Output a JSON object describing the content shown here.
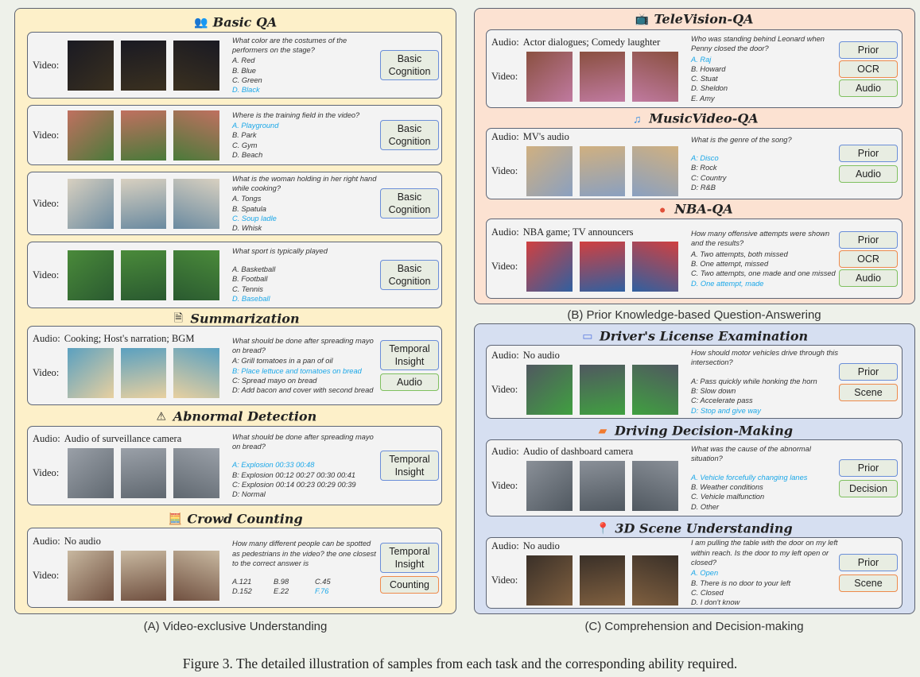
{
  "labels": {
    "audio": "Audio:",
    "video": "Video:"
  },
  "colors": {
    "correct": "#1aa7e8",
    "prior_blue": "#6a8ed8",
    "ocr_orange": "#ee8a4c",
    "audio_green": "#7fc05f"
  },
  "figure_caption": "Figure 3. The detailed illustration of samples from each task and the corresponding ability required.",
  "panels": [
    {
      "caption": "(A) Video-exclusive Understanding",
      "sections": [
        {
          "title": "Basic QA",
          "icon": "people-speech-icon",
          "cards": [
            {
              "question": "What color are the costumes of the performers on the stage?",
              "options": [
                {
                  "text": "A. Red"
                },
                {
                  "text": "B. Blue"
                },
                {
                  "text": "C. Green"
                },
                {
                  "text": "D. Black",
                  "correct": true
                }
              ],
              "abilities": [
                {
                  "label": "Basic Cognition",
                  "type": "blue"
                }
              ]
            },
            {
              "question": "Where is the training field in the video?",
              "options": [
                {
                  "text": "A. Playground",
                  "correct": true
                },
                {
                  "text": "B. Park"
                },
                {
                  "text": "C. Gym"
                },
                {
                  "text": "D. Beach"
                }
              ],
              "abilities": [
                {
                  "label": "Basic Cognition",
                  "type": "blue"
                }
              ]
            },
            {
              "question": "What is the woman holding in her right hand while cooking?",
              "options": [
                {
                  "text": "A. Tongs"
                },
                {
                  "text": "B. Spatula"
                },
                {
                  "text": "C. Soup ladle",
                  "correct": true
                },
                {
                  "text": "D. Whisk"
                }
              ],
              "abilities": [
                {
                  "label": "Basic Cognition",
                  "type": "blue"
                }
              ]
            },
            {
              "question": "What sport is typically played",
              "gap": true,
              "options": [
                {
                  "text": "A. Basketball"
                },
                {
                  "text": "B. Football"
                },
                {
                  "text": "C. Tennis"
                },
                {
                  "text": "D. Baseball",
                  "correct": true
                }
              ],
              "abilities": [
                {
                  "label": "Basic Cognition",
                  "type": "blue"
                }
              ]
            }
          ]
        },
        {
          "title": "Summarization",
          "icon": "document-search-icon",
          "cards": [
            {
              "audio": "Cooking; Host's narration; BGM",
              "question": "What should be done after spreading mayo on bread?",
              "options": [
                {
                  "text": "A: Grill tomatoes in a pan of oil"
                },
                {
                  "text": "B: Place lettuce and tomatoes on bread",
                  "correct": true
                },
                {
                  "text": "C: Spread mayo on bread"
                },
                {
                  "text": "D: Add bacon and cover with second bread"
                }
              ],
              "abilities": [
                {
                  "label": "Temporal Insight",
                  "type": "blue"
                },
                {
                  "label": "Audio",
                  "type": "green"
                }
              ]
            }
          ]
        },
        {
          "title": "Abnormal Detection",
          "icon": "warning-monitor-icon",
          "cards": [
            {
              "audio": "Audio of surveillance camera",
              "question": "What should be done after spreading mayo on bread?",
              "gap": true,
              "options": [
                {
                  "text": "A: Explosion 00:33 00:48",
                  "correct": true
                },
                {
                  "text": "B: Explosion 00:12 00:27 00:30 00:41"
                },
                {
                  "text": "C: Explosion 00:14 00:23 00:29 00:39"
                },
                {
                  "text": "D: Normal"
                }
              ],
              "abilities": [
                {
                  "label": "Temporal Insight",
                  "type": "blue"
                }
              ]
            }
          ]
        },
        {
          "title": "Crowd Counting",
          "icon": "calculator-icon",
          "cards": [
            {
              "audio": "No audio",
              "question": "How many different people can be spotted as pedestrians in the video? the one closest to the correct answer is",
              "grid": true,
              "options": [
                {
                  "text": "A.121"
                },
                {
                  "text": "B.98"
                },
                {
                  "text": "C.45"
                },
                {
                  "text": "D.152"
                },
                {
                  "text": "E.22"
                },
                {
                  "text": "F.76",
                  "correct": true
                }
              ],
              "abilities": [
                {
                  "label": "Temporal Insight",
                  "type": "blue"
                },
                {
                  "label": "Counting",
                  "type": "orange"
                }
              ]
            }
          ]
        }
      ]
    },
    {
      "caption": "(B) Prior Knowledge-based Question-Answering",
      "sections": [
        {
          "title": "TeleVision-QA",
          "icon": "television-icon",
          "cards": [
            {
              "audio": "Actor dialogues; Comedy laughter",
              "question": "Who was standing behind Leonard when Penny closed the door?",
              "options": [
                {
                  "text": "A. Raj",
                  "correct": true
                },
                {
                  "text": "B. Howard"
                },
                {
                  "text": "C. Stuat"
                },
                {
                  "text": "D. Sheldon"
                },
                {
                  "text": "E. Amy"
                }
              ],
              "abilities": [
                {
                  "label": "Prior",
                  "type": "blue"
                },
                {
                  "label": "OCR",
                  "type": "orange"
                },
                {
                  "label": "Audio",
                  "type": "green"
                }
              ]
            }
          ]
        },
        {
          "title": "MusicVideo-QA",
          "icon": "music-clapper-icon",
          "cards": [
            {
              "audio": "MV's audio",
              "question": "What is the genre of the song?",
              "gap": true,
              "options": [
                {
                  "text": "A: Disco",
                  "correct": true
                },
                {
                  "text": "B: Rock"
                },
                {
                  "text": "C: Country"
                },
                {
                  "text": "D: R&B"
                }
              ],
              "abilities": [
                {
                  "label": "Prior",
                  "type": "blue"
                },
                {
                  "label": "Audio",
                  "type": "green"
                }
              ]
            }
          ]
        },
        {
          "title": "NBA-QA",
          "icon": "basketball-icon",
          "cards": [
            {
              "audio": "NBA game; TV announcers",
              "question": "How many offensive attempts were shown and the results?",
              "options": [
                {
                  "text": "A. Two attempts, both missed"
                },
                {
                  "text": "B. One attempt, missed"
                },
                {
                  "text": "C. Two attempts, one made and one missed"
                },
                {
                  "text": "D. One attempt, made",
                  "correct": true
                }
              ],
              "abilities": [
                {
                  "label": "Prior",
                  "type": "blue"
                },
                {
                  "label": "OCR",
                  "type": "orange"
                },
                {
                  "label": "Audio",
                  "type": "green"
                }
              ]
            }
          ]
        }
      ]
    },
    {
      "caption": "(C) Comprehension and Decision-making",
      "sections": [
        {
          "title": "Driver's License Examination",
          "icon": "license-card-icon",
          "cards": [
            {
              "audio": "No audio",
              "question": "How should motor vehicles drive through this intersection?",
              "gap": true,
              "options": [
                {
                  "text": "A: Pass quickly while honking the horn"
                },
                {
                  "text": "B: Slow down"
                },
                {
                  "text": "C: Accelerate pass"
                },
                {
                  "text": "D: Stop and give way",
                  "correct": true
                }
              ],
              "abilities": [
                {
                  "label": "Prior",
                  "type": "blue"
                },
                {
                  "label": "Scene",
                  "type": "orange"
                }
              ]
            }
          ]
        },
        {
          "title": "Driving Decision-Making",
          "icon": "truck-alert-icon",
          "cards": [
            {
              "audio": "Audio of dashboard camera",
              "question": "What was the cause of the abnormal situation?",
              "gap": true,
              "options": [
                {
                  "text": "A. Vehicle forcefully changing lanes",
                  "correct": true
                },
                {
                  "text": "B. Weather conditions"
                },
                {
                  "text": "C. Vehicle malfunction"
                },
                {
                  "text": "D. Other"
                }
              ],
              "abilities": [
                {
                  "label": "Prior",
                  "type": "blue"
                },
                {
                  "label": "Decision",
                  "type": "green"
                }
              ]
            }
          ]
        },
        {
          "title": "3D Scene Understanding",
          "icon": "location-pin-icon",
          "cards": [
            {
              "audio": "No audio",
              "question": "I am pulling the table with the door on my left within reach. Is the door to my left open or closed?",
              "options": [
                {
                  "text": "A. Open",
                  "correct": true
                },
                {
                  "text": "B. There is no door to your left"
                },
                {
                  "text": "C. Closed"
                },
                {
                  "text": "D. I don't know"
                }
              ],
              "abilities": [
                {
                  "label": "Prior",
                  "type": "blue"
                },
                {
                  "label": "Scene",
                  "type": "orange"
                }
              ]
            }
          ]
        }
      ]
    }
  ]
}
